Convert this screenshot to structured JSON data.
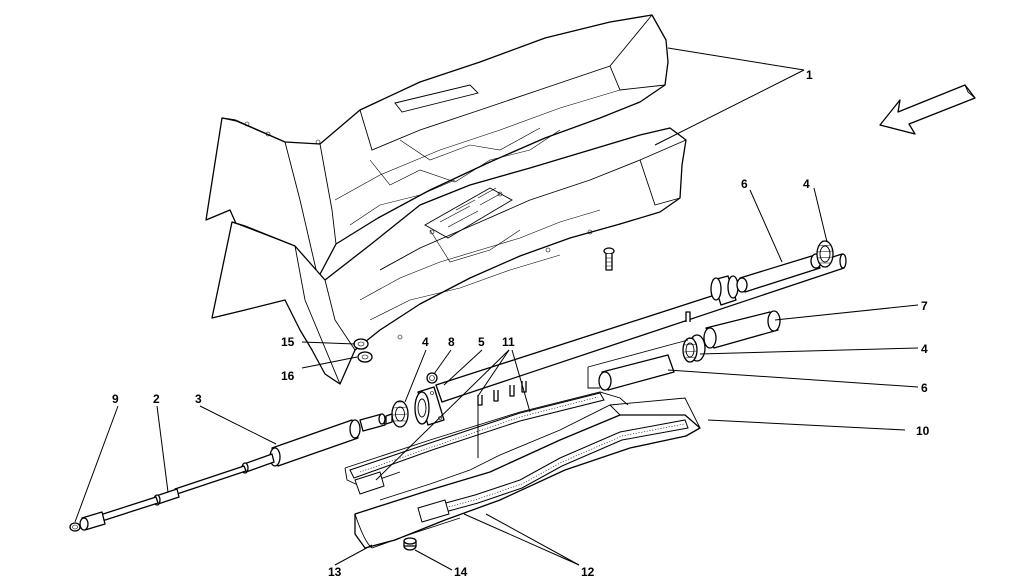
{
  "callouts": [
    {
      "id": "c1",
      "text": "1"
    },
    {
      "id": "c4a",
      "text": "4"
    },
    {
      "id": "c6a",
      "text": "6"
    },
    {
      "id": "c7",
      "text": "7"
    },
    {
      "id": "c4b",
      "text": "4"
    },
    {
      "id": "c6b",
      "text": "6"
    },
    {
      "id": "c10",
      "text": "10"
    },
    {
      "id": "c15",
      "text": "15"
    },
    {
      "id": "c16",
      "text": "16"
    },
    {
      "id": "c4c",
      "text": "4"
    },
    {
      "id": "c8",
      "text": "8"
    },
    {
      "id": "c5",
      "text": "5"
    },
    {
      "id": "c11",
      "text": "11"
    },
    {
      "id": "c9",
      "text": "9"
    },
    {
      "id": "c2",
      "text": "2"
    },
    {
      "id": "c3",
      "text": "3"
    },
    {
      "id": "c13",
      "text": "13"
    },
    {
      "id": "c14",
      "text": "14"
    },
    {
      "id": "c12",
      "text": "12"
    }
  ],
  "colors": {
    "line": "#000000",
    "background": "#ffffff"
  },
  "icons": {
    "direction": "direction-arrow-icon"
  }
}
